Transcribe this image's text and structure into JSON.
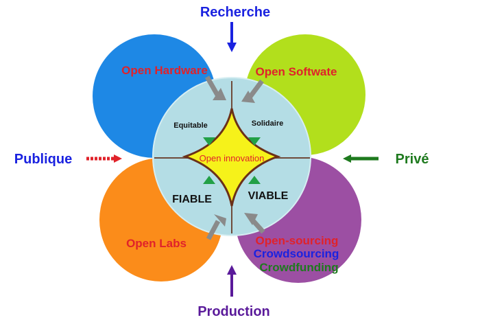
{
  "directions": {
    "top": "Recherche",
    "left": "Publique",
    "right": "Privé",
    "bottom": "Production"
  },
  "circles": {
    "top_left": {
      "label": "Open Hardware",
      "color": "#1e88e5"
    },
    "top_right": {
      "label": "Open Softwate",
      "color": "#b2df1c"
    },
    "bottom_left": {
      "label": "Open Labs",
      "color": "#fb8c1a"
    },
    "bottom_right": {
      "labels": [
        "Open-sourcing",
        "Crowdsourcing",
        "Crowdfunding"
      ],
      "color": "#9c4fa3"
    }
  },
  "center": {
    "color": "#b4dde5",
    "star_color": "#f6f21a",
    "quadrants": {
      "top_left": "Equitable",
      "top_right": "Solidaire",
      "bottom_left": "FIABLE",
      "bottom_right": "VIABLE"
    },
    "core": "Open innovation"
  },
  "text_colors": {
    "blue": "#1a22e0",
    "red": "#e0222a",
    "green": "#1e7a1e",
    "purple": "#5a1a9a",
    "black": "#111111"
  }
}
